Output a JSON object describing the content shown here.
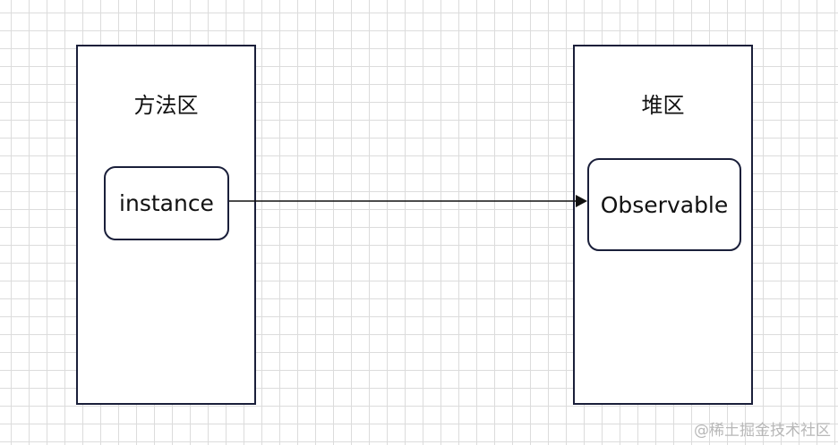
{
  "regions": {
    "method_area": {
      "title": "方法区"
    },
    "heap": {
      "title": "堆区"
    }
  },
  "nodes": {
    "instance": {
      "label": "instance"
    },
    "observable": {
      "label": "Observable"
    }
  },
  "edge": {
    "from": "instance",
    "to": "observable"
  },
  "watermark": "@稀土掘金技术社区",
  "colors": {
    "stroke": "#1a1f3a",
    "grid": "#dcdcdc",
    "watermark": "#b8b8b8"
  }
}
